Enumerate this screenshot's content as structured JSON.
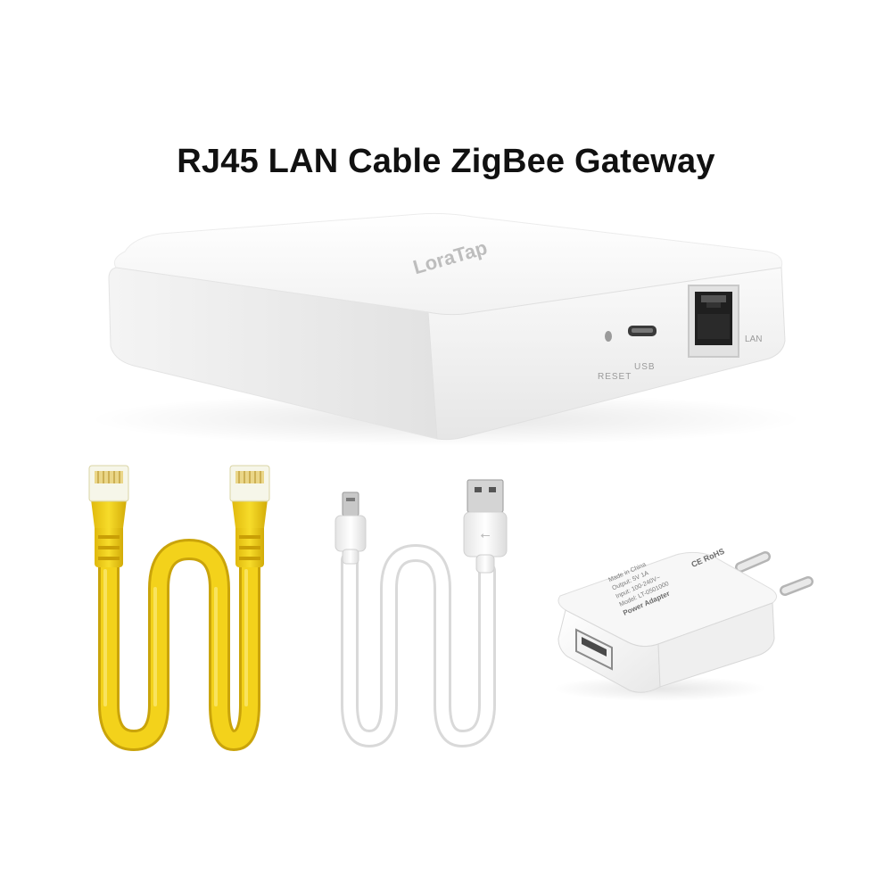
{
  "heading": {
    "title": "RJ45 LAN Cable ZigBee Gateway"
  },
  "gateway": {
    "brand": "LoraTap",
    "reset_label": "RESET",
    "usb_label": "USB",
    "lan_label": "LAN"
  },
  "adapter": {
    "label_lines": [
      "Power Adapter",
      "Model: LT-0501000",
      "Input: 100-240V~",
      "Output: 5V 1A",
      "Made in China"
    ],
    "marks": "CE RoHS"
  },
  "colors": {
    "background": "#ffffff",
    "device_body": "#f7f7f7",
    "lan_cable": "#f3d21b",
    "lan_cable_dark": "#d9b40c",
    "usb_cable": "#f5f5f5",
    "title_text": "#111111"
  },
  "items": [
    "zigbee-gateway",
    "rj45-lan-cable",
    "micro-usb-cable",
    "usb-power-adapter"
  ]
}
